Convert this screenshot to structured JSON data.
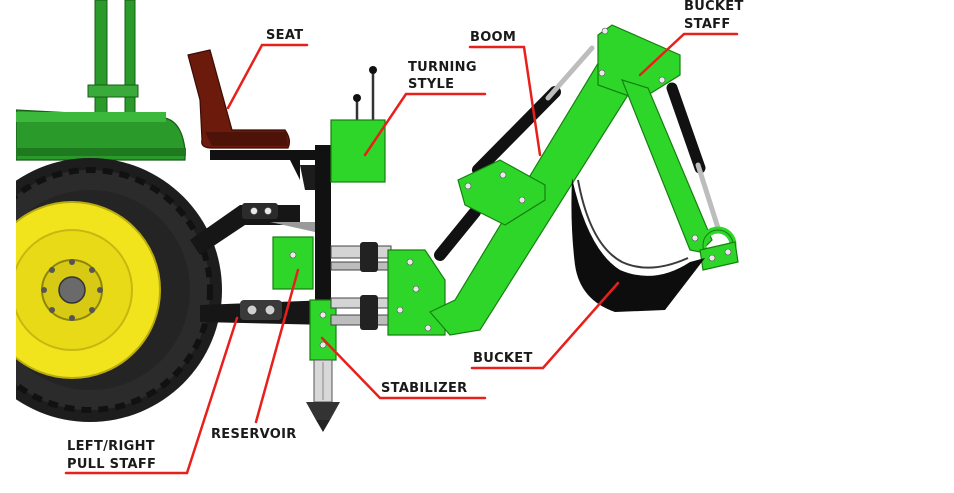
{
  "labels": {
    "seat": "SEAT",
    "turning_style_1": "TURNING",
    "turning_style_2": "STYLE",
    "boom": "BOOM",
    "bucket_staff_1": "BUCKET",
    "bucket_staff_2": "STAFF",
    "bucket": "BUCKET",
    "stabilizer": "STABILIZER",
    "reservoir": "RESERVOIR",
    "pull_staff_1": "LEFT/RIGHT",
    "pull_staff_2": "PULL STAFF"
  },
  "colors": {
    "leader_lines": "#e8201c",
    "implement_green": "#2fd62a",
    "tractor_green": "#2a9a2a",
    "wheel_yellow": "#f2e41c",
    "seat_brown": "#6b1a0c",
    "frame_black": "#111111"
  }
}
